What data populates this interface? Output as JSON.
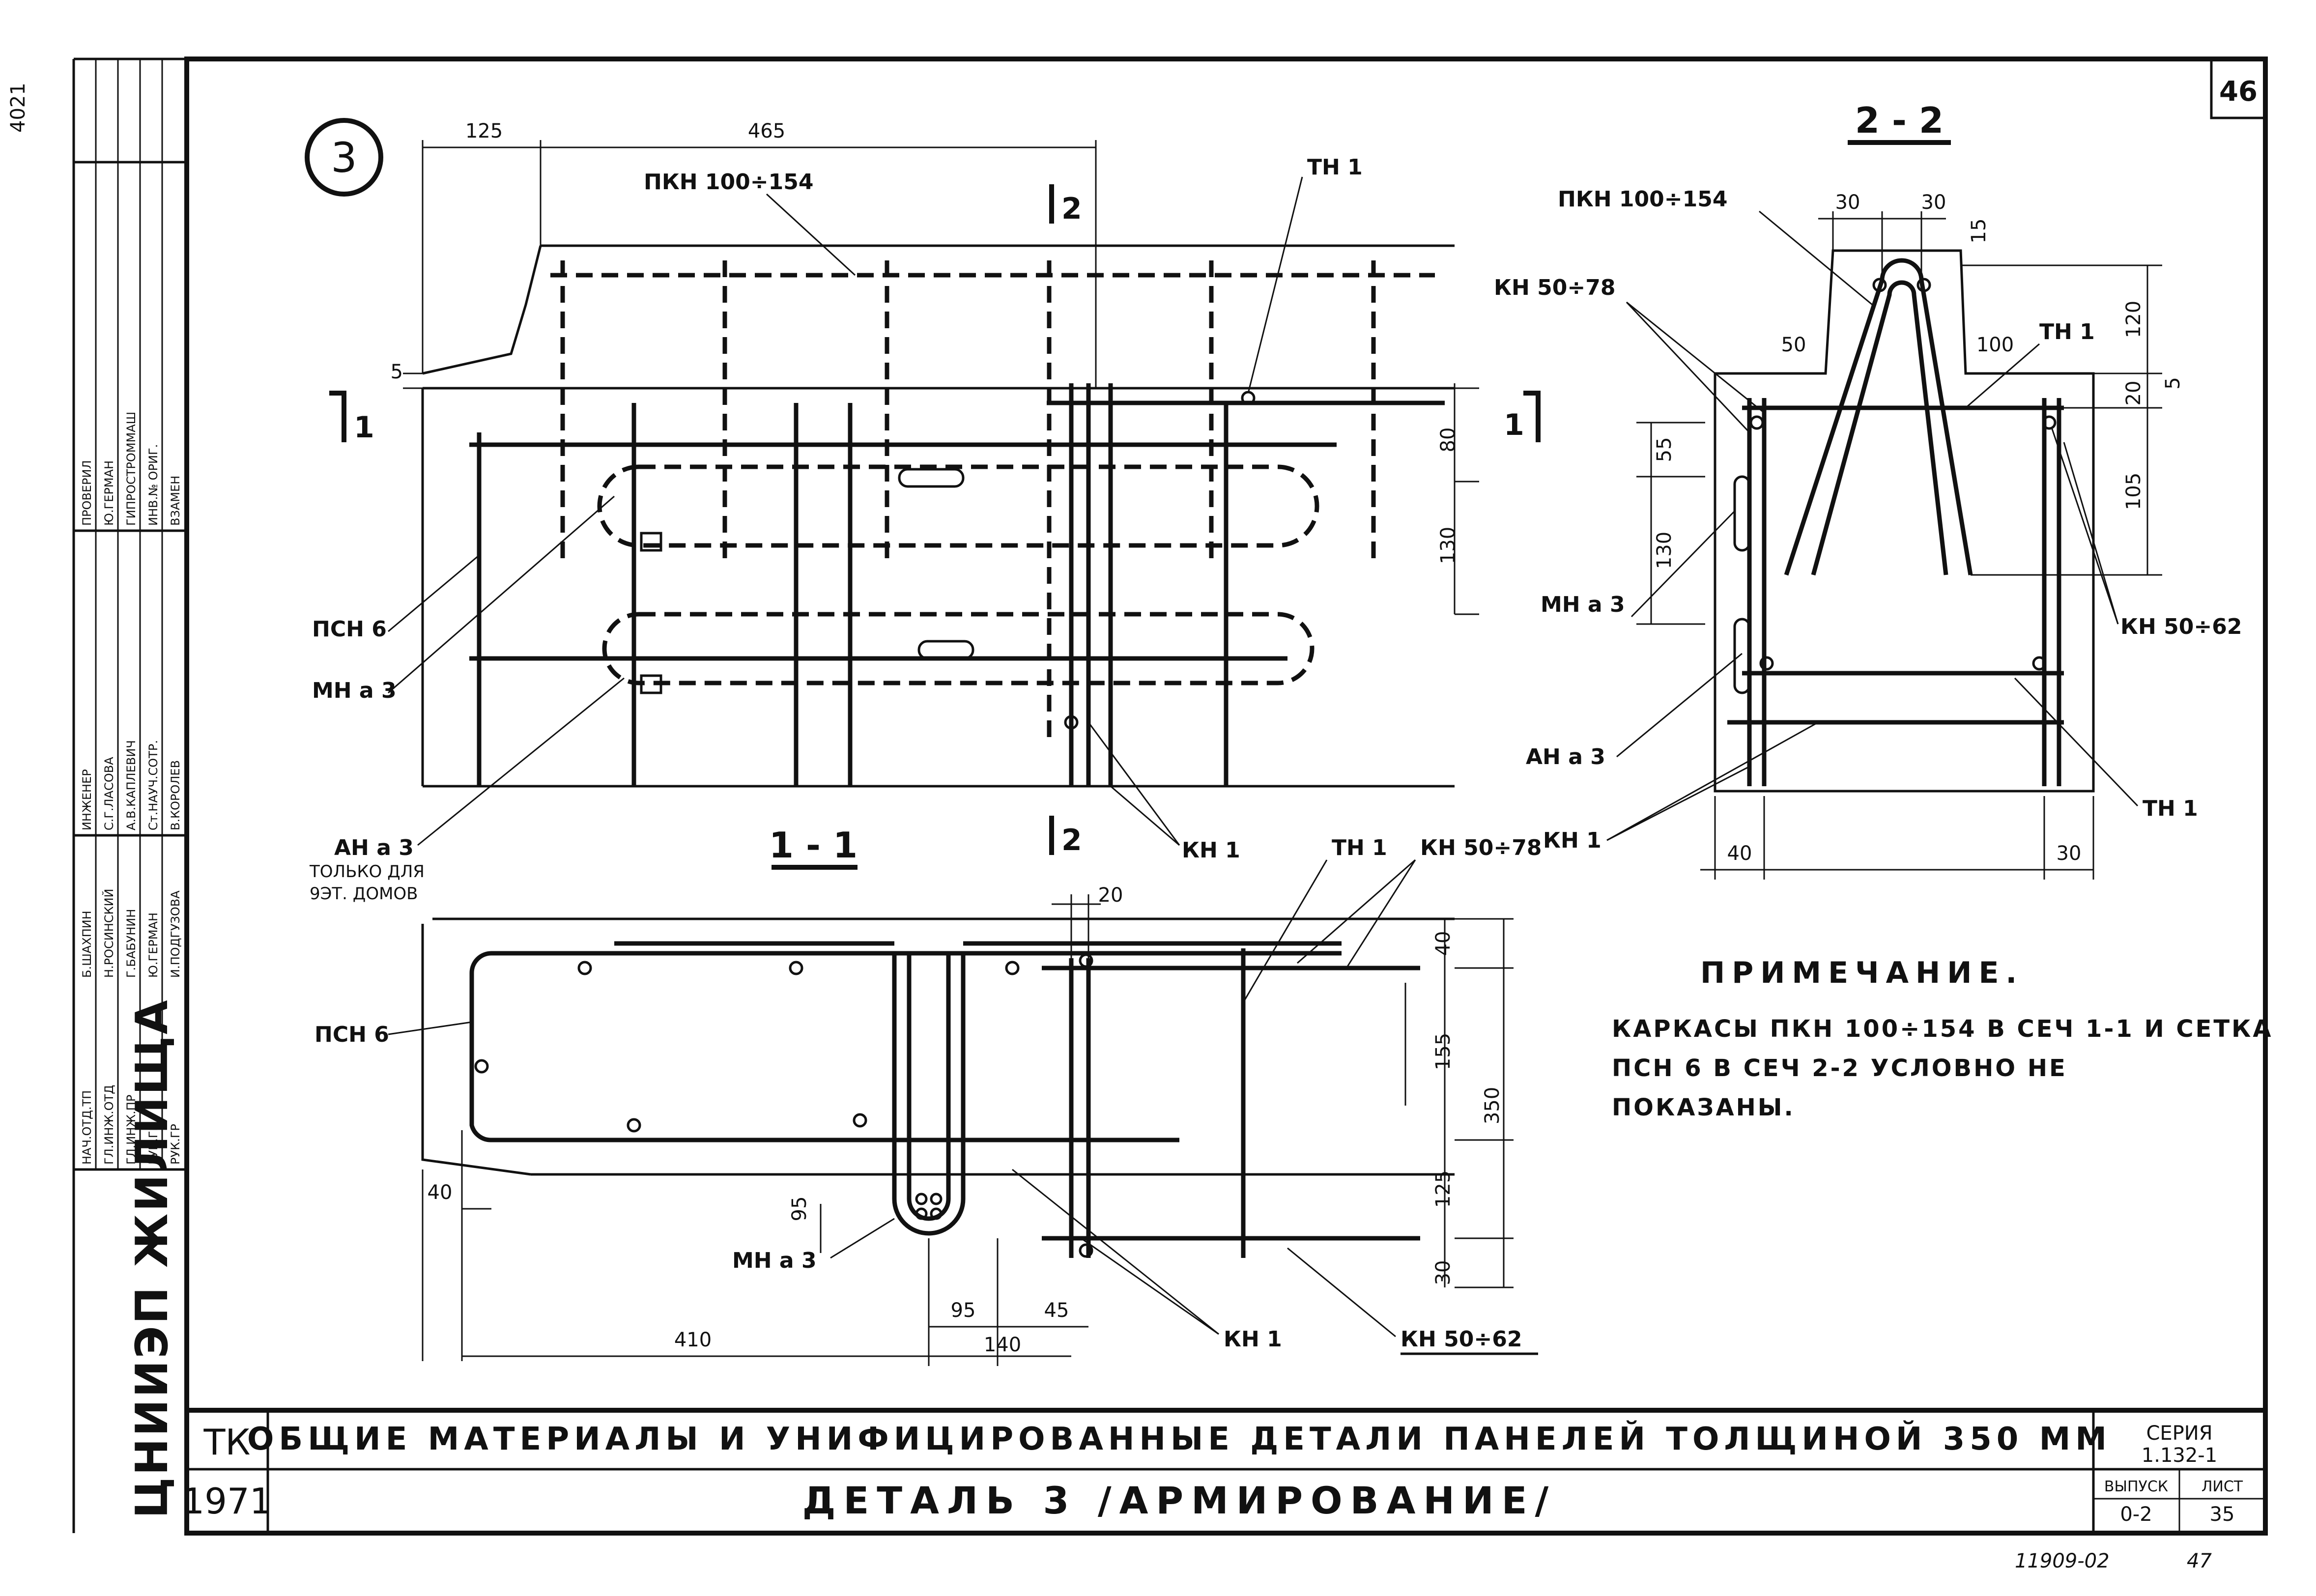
{
  "sheet_number": "46",
  "detail_circle": "3",
  "margin_note": "4021",
  "stamp": {
    "left_table": [
      [
        "НАЧ.ОТД.ТП",
        "ГЛ.ИНЖ.ОТД",
        "ГЛ.ИНЖ.ПР",
        "РУК.ГР",
        "РУК.ГР"
      ],
      [
        "Б.ШАХПИН",
        "Н.РОСИНСКИЙ",
        "Г.БАБУНИН",
        "Ю.ГЕРМАН",
        "И.ПОДГУЗОВА"
      ]
    ],
    "right_table": [
      [
        "ИНЖЕНЕР",
        "С.Г.ЛАСОВА",
        "А.В.КАПЛЕВИЧ",
        "Ст.НАУЧ.СОТР.",
        "В.КОРОЛЕВ"
      ],
      [
        "ПРОВЕРИЛ",
        "Ю.ГЕРМАН",
        "ГИПРОСТРОММАШ",
        "ИНВ.№ ОРИГ.",
        "ВЗАМЕН"
      ]
    ],
    "org_logo": "ЦНИИЭП ЖИЛИЩА"
  },
  "section_1_1_title": "1 - 1",
  "section_2_2_title": "2 - 2",
  "cut_1": "1",
  "cut_2": "2",
  "labels": {
    "pkn_100_154": "ПКН 100÷154",
    "tn1": "ТН 1",
    "psn6": "ПСН 6",
    "mn_a3": "МН а 3",
    "an_a3": "АН а 3",
    "only_for": "ТОЛЬКО ДЛЯ",
    "houses_9": "9ЭТ. ДОМОВ",
    "kn1": "КН 1",
    "kn_50_78": "КН 50÷78",
    "kn_50_62": "КН 50÷62"
  },
  "dims": {
    "d125": "125",
    "d465": "465",
    "d5": "5",
    "d80": "80",
    "d130": "130",
    "d30a": "30",
    "d30b": "30",
    "d15": "15",
    "d50": "50",
    "d100": "100",
    "d120": "120",
    "d20": "20",
    "d105": "105",
    "d55": "55",
    "d130b": "130",
    "d40": "40",
    "d30c": "30",
    "d20b": "20",
    "d40b": "40",
    "d155": "155",
    "d350": "350",
    "d125b": "125",
    "d30d": "30",
    "d40c": "40",
    "d95": "95",
    "d410": "410",
    "d95b": "95",
    "d45": "45",
    "d140": "140"
  },
  "note": {
    "title": "ПРИМЕЧАНИЕ.",
    "line1": "КАРКАСЫ ПКН 100÷154 В СЕЧ 1-1 И СЕТКА",
    "line2": "ПСН 6 В СЕЧ 2-2 УСЛОВНО НЕ",
    "line3": "ПОКАЗАНЫ."
  },
  "title_block": {
    "code": "ТК",
    "year": "1971",
    "title": "ОБЩИЕ МАТЕРИАЛЫ И УНИФИЦИРОВАННЫЕ ДЕТАЛИ ПАНЕЛЕЙ ТОЛЩИНОЙ 350 ММ",
    "subtitle": "ДЕТАЛЬ 3 /АРМИРОВАНИЕ/",
    "series_label": "СЕРИЯ",
    "series": "1.132-1",
    "issue_label": "ВЫПУСК",
    "issue": "0-2",
    "sheet_label": "ЛИСТ",
    "sheet": "35"
  },
  "footer_number": "11909-02",
  "footer_page": "47"
}
